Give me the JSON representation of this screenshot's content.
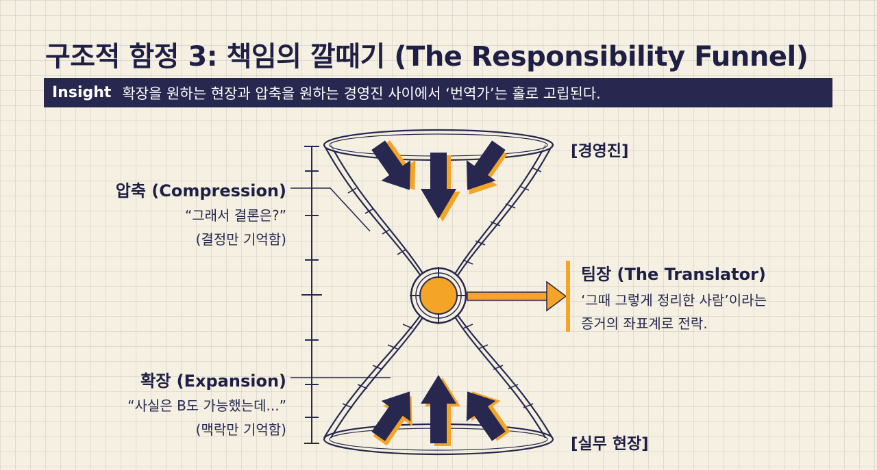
{
  "title": "구조적 함정 3: 책임의 깔때기 (The Responsibility Funnel)",
  "insight": {
    "label": "Insight",
    "text": "확장을 원하는 현장과 압축을 원하는 경영진 사이에서 ‘번역가’는 홀로 고립된다."
  },
  "top_label": "[경영진]",
  "bottom_label": "[실무 현장]",
  "compression": {
    "heading": "압축 (Compression)",
    "quote": "“그래서 결론은?”",
    "note": "(결정만 기억함)"
  },
  "expansion": {
    "heading": "확장 (Expansion)",
    "quote": "“사실은 B도 가능했는데...”",
    "note": "(맥락만 기억함)"
  },
  "translator": {
    "heading": "팀장 (The Translator)",
    "line1": "‘그때 그렇게 정리한 사람’이라는",
    "line2": "증거의 좌표계로 전락."
  },
  "colors": {
    "navy": "#27274f",
    "accent": "#f4a528",
    "background": "#f5f0e1"
  }
}
